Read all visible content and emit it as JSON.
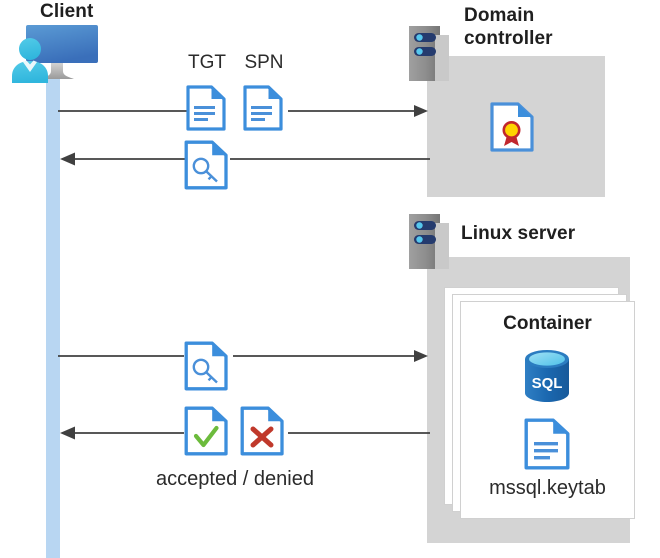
{
  "diagram": {
    "title": "Kerberos authentication flow between client, domain controller and Linux server container",
    "client": {
      "label": "Client",
      "icon": "client-monitor-user-icon"
    },
    "domain_controller": {
      "label": "Domain\ncontroller",
      "server_icon": "server-rack-icon",
      "content_icon": "certificate-document-icon"
    },
    "linux_server": {
      "label": "Linux server",
      "server_icon": "server-rack-icon",
      "container": {
        "label": "Container",
        "database_icon": "sql-database-icon",
        "database_text": "SQL",
        "keytab_icon": "keytab-document-icon",
        "keytab_label": "mssql.keytab"
      }
    },
    "messages": [
      {
        "id": "request-tgt-spn",
        "direction": "right",
        "icons": [
          {
            "name": "tgt-document-icon",
            "label": "TGT"
          },
          {
            "name": "spn-document-icon",
            "label": "SPN"
          }
        ]
      },
      {
        "id": "ticket-response",
        "direction": "left",
        "icons": [
          {
            "name": "ticket-key-document-icon",
            "label": ""
          }
        ]
      },
      {
        "id": "present-ticket",
        "direction": "right",
        "icons": [
          {
            "name": "ticket-key-document-icon",
            "label": ""
          }
        ]
      },
      {
        "id": "accepted-denied",
        "direction": "left",
        "caption": "accepted / denied",
        "icons": [
          {
            "name": "accepted-check-document-icon",
            "label": ""
          },
          {
            "name": "denied-cross-document-icon",
            "label": ""
          }
        ]
      }
    ],
    "colors": {
      "lifeline": "#b8d6f2",
      "panel_gray": "#d4d4d4",
      "doc_blue": "#2b7cd3",
      "doc_fold": "#3c8edc",
      "arrow": "#404040",
      "check_green": "#6cbb3c",
      "cross_red": "#c0392b",
      "cert_gold": "#ffd400",
      "cert_ribbon": "#c1272d",
      "sql_blue": "#1a64ac",
      "server_gray": "#8d8d8d",
      "server_navy": "#253b6e",
      "text_dark": "#262626"
    }
  }
}
